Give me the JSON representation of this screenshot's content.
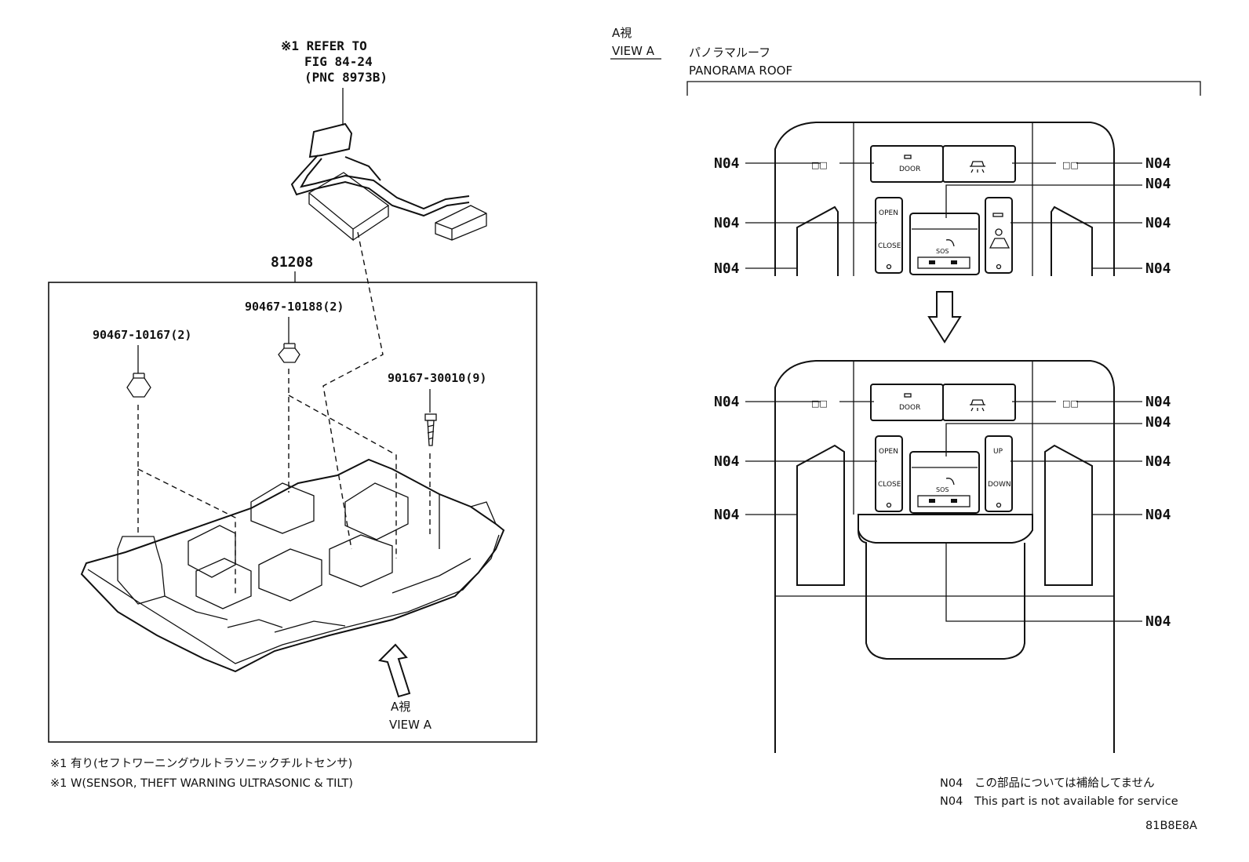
{
  "left": {
    "refer": [
      "※1 REFER TO",
      "FIG 84-24",
      "(PNC 8973B)"
    ],
    "assembly_part": "81208",
    "parts": {
      "clip_a": "90467-10167(2)",
      "clip_b": "90467-10188(2)",
      "screw": "90167-30010(9)"
    },
    "view_label_jp": "A視",
    "view_label_en": "VIEW A"
  },
  "notes": {
    "jp": "※1 有り(セフトワーニングウルトラソニックチルトセンサ)",
    "en": "※1 W(SENSOR, THEFT WARNING ULTRASONIC & TILT)"
  },
  "right": {
    "view_jp": "A視",
    "view_en": "VIEW A",
    "variant_jp": "パノラマルーフ",
    "variant_en": "PANORAMA ROOF",
    "callout": "N04",
    "buttons": {
      "door": "DOOR",
      "open": "OPEN",
      "close": "CLOSE",
      "up": "UP",
      "down": "DOWN",
      "sos": "SOS"
    }
  },
  "legend": {
    "code": "N04",
    "jp": "この部品については補給してません",
    "en": "This part is not available for service"
  },
  "diagram_id": "81B8E8A"
}
